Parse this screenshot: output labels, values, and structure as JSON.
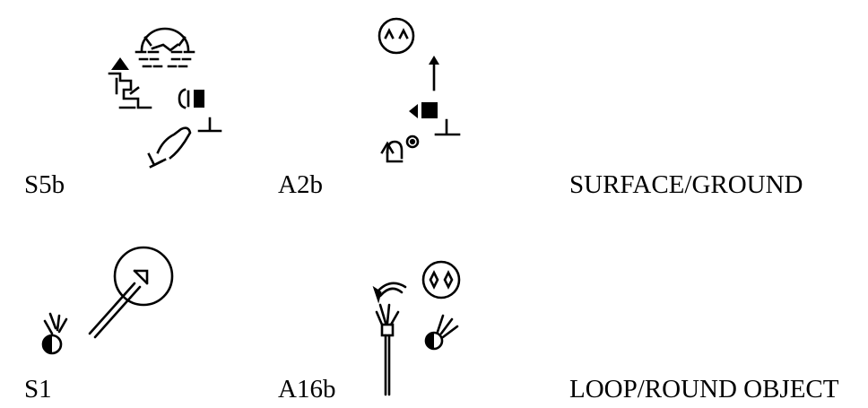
{
  "rows": [
    {
      "cells": [
        {
          "code": "S5b",
          "icon": "signwriting-s5b-glyph"
        },
        {
          "code": "A2b",
          "icon": "signwriting-a2b-glyph"
        }
      ],
      "meaning": "SURFACE/GROUND"
    },
    {
      "cells": [
        {
          "code": "S1",
          "icon": "signwriting-s1-glyph"
        },
        {
          "code": "A16b",
          "icon": "signwriting-a16b-glyph"
        }
      ],
      "meaning": "LOOP/ROUND OBJECT"
    }
  ],
  "colors": {
    "ink": "#000000",
    "background": "#ffffff"
  }
}
